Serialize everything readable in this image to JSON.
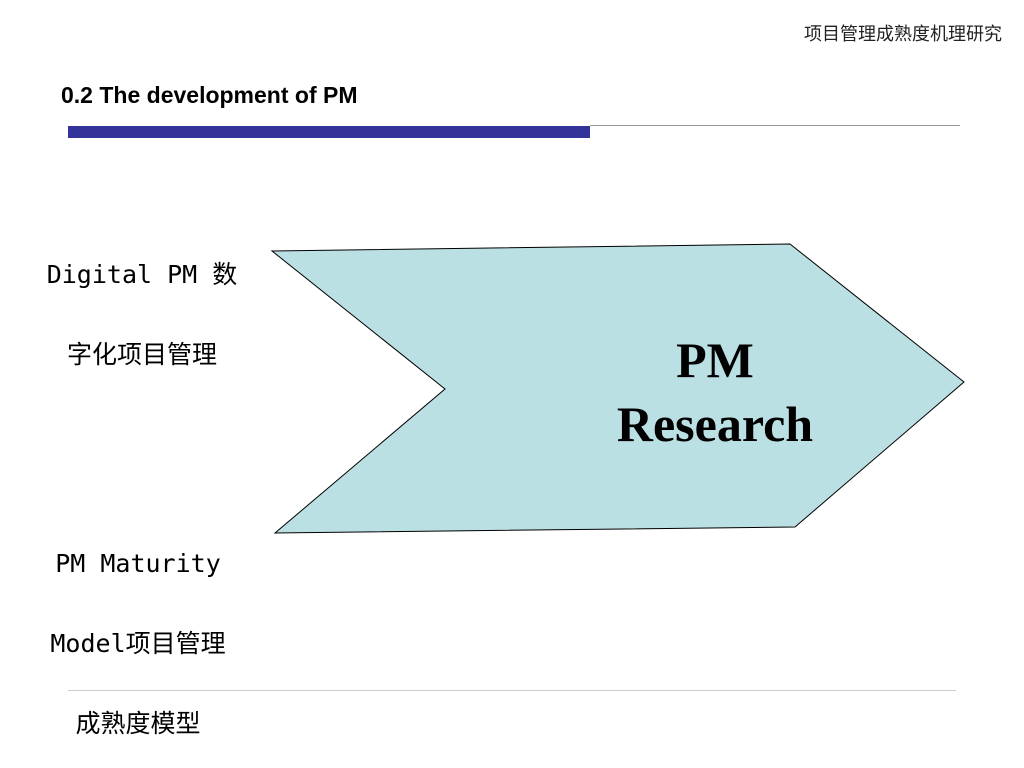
{
  "header": {
    "text": "项目管理成熟度机理研究"
  },
  "slide": {
    "title": "0.2 The development of PM"
  },
  "diagram": {
    "arrow_text_line1": "PM",
    "arrow_text_line2": "Research",
    "arrow_fill": "#bbe0e3",
    "input_top": {
      "line1": "Digital PM 数",
      "line2": "字化项目管理"
    },
    "input_bottom": {
      "line1": "PM Maturity",
      "line2": "Model项目管理",
      "line3": "成熟度模型"
    }
  },
  "colors": {
    "title_bar": "#333399",
    "rule": "#999999"
  }
}
